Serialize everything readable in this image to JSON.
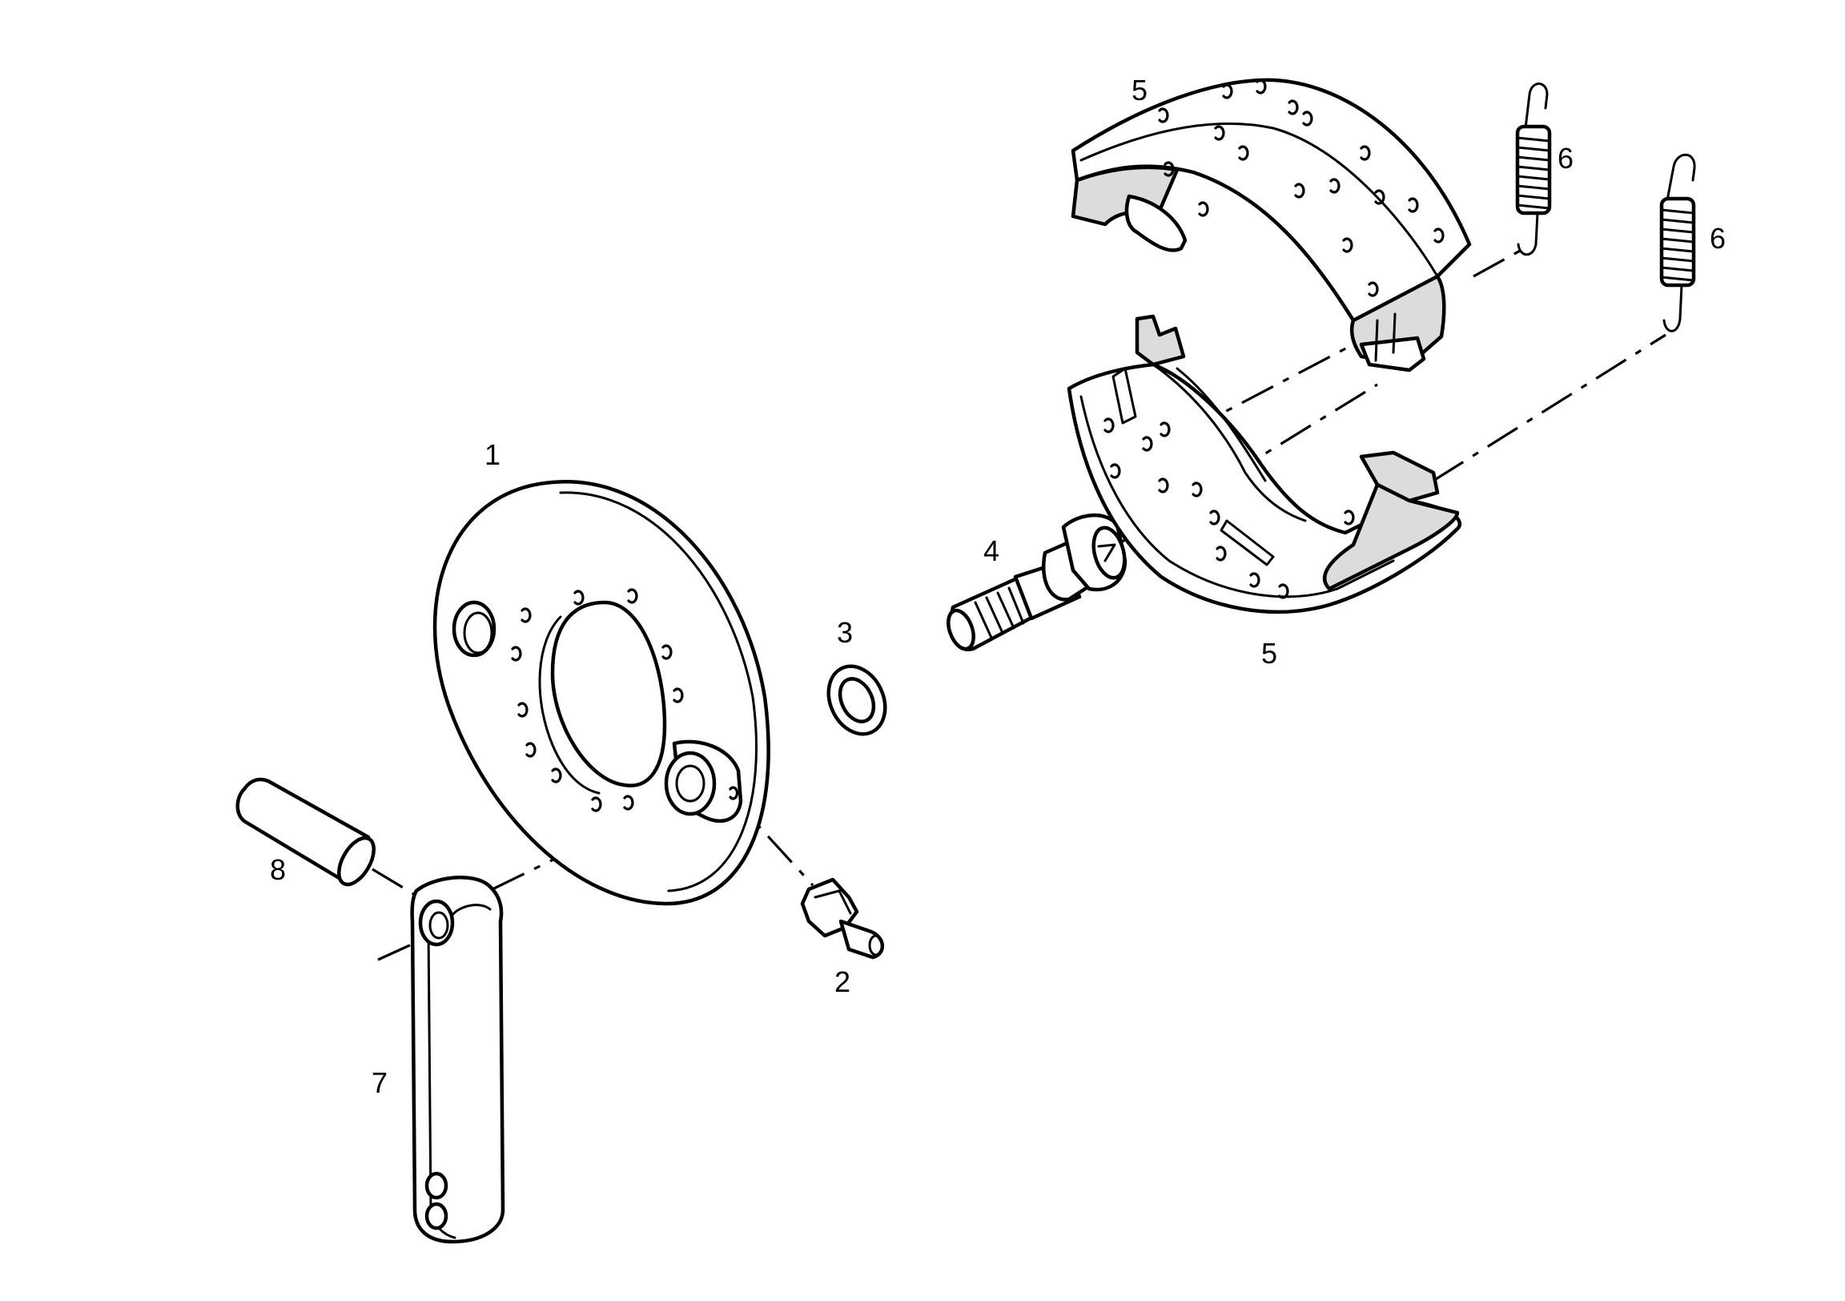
{
  "callouts": {
    "c1": "1",
    "c2": "2",
    "c3": "3",
    "c4": "4",
    "c5a": "5",
    "c5b": "5",
    "c6a": "6",
    "c6b": "6",
    "c7": "7",
    "c8": "8"
  },
  "colors": {
    "line": "#000000",
    "shade": "#dcdcdc",
    "background": "#ffffff"
  }
}
